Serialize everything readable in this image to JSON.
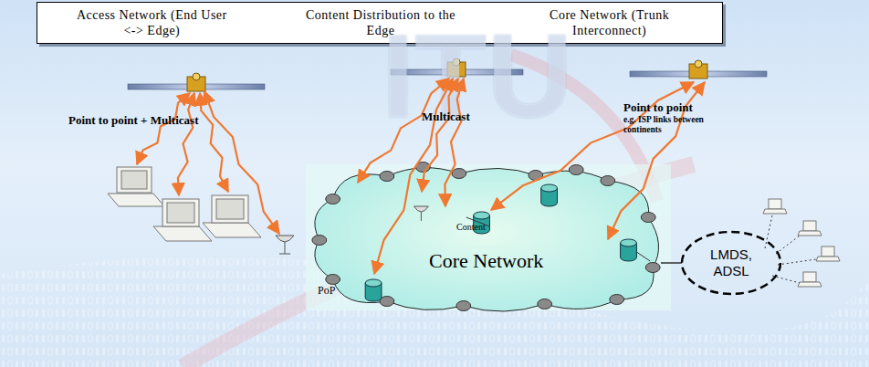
{
  "diagram": {
    "nodes": [
      {
        "text": [
          "Access Network (End User <-> Edge)",
          "Content Distribution to the Edge",
          "Core Network (Trunk Interconnect)"
        ]
      },
      {
        "text": [
          "Core Network"
        ]
      },
      {
        "text": [
          "LMDS, ADSL"
        ]
      }
    ],
    "edges": [
      {
        "from": 1,
        "to": 2,
        "arrow": "none"
      }
    ],
    "labels": [
      "ITU",
      "Point to point + Multicast",
      "Multicast",
      "Point to point",
      "e.g. ISP links between continents",
      "Content",
      "PoP"
    ]
  }
}
